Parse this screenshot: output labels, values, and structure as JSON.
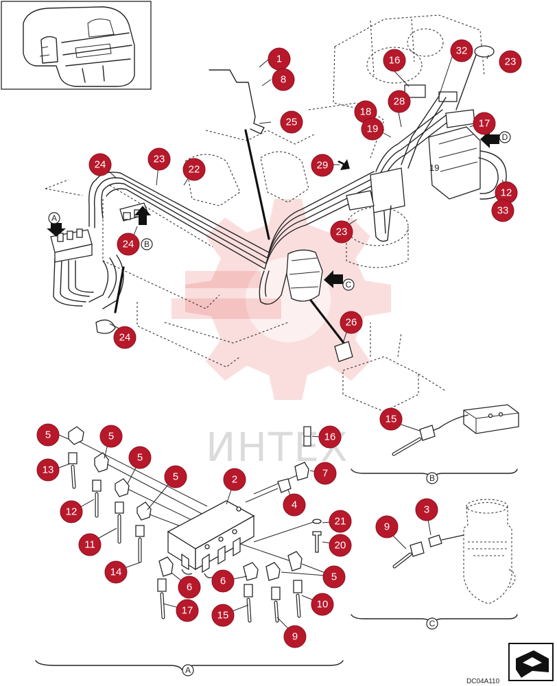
{
  "diagram": {
    "drawing_code": "DC04A110",
    "watermark": "ИНТЕХ",
    "plain_label": "19",
    "callouts": [
      {
        "id": "c1",
        "label": "1"
      },
      {
        "id": "c8",
        "label": "8"
      },
      {
        "id": "c25",
        "label": "25"
      },
      {
        "id": "c16a",
        "label": "16"
      },
      {
        "id": "c32",
        "label": "32"
      },
      {
        "id": "c23a",
        "label": "23"
      },
      {
        "id": "c18",
        "label": "18"
      },
      {
        "id": "c28",
        "label": "28"
      },
      {
        "id": "c19",
        "label": "19"
      },
      {
        "id": "c17a",
        "label": "17"
      },
      {
        "id": "c29",
        "label": "29"
      },
      {
        "id": "c12a",
        "label": "12"
      },
      {
        "id": "c33",
        "label": "33"
      },
      {
        "id": "c23b",
        "label": "23"
      },
      {
        "id": "c24a",
        "label": "24"
      },
      {
        "id": "c23c",
        "label": "23"
      },
      {
        "id": "c22",
        "label": "22"
      },
      {
        "id": "c24b",
        "label": "24"
      },
      {
        "id": "c24c",
        "label": "24"
      },
      {
        "id": "c26",
        "label": "26"
      },
      {
        "id": "c5a",
        "label": "5"
      },
      {
        "id": "c5b",
        "label": "5"
      },
      {
        "id": "c5c",
        "label": "5"
      },
      {
        "id": "c5d",
        "label": "5"
      },
      {
        "id": "c13",
        "label": "13"
      },
      {
        "id": "c12b",
        "label": "12"
      },
      {
        "id": "c11",
        "label": "11"
      },
      {
        "id": "c14",
        "label": "14"
      },
      {
        "id": "c2",
        "label": "2"
      },
      {
        "id": "c16b",
        "label": "16"
      },
      {
        "id": "c7",
        "label": "7"
      },
      {
        "id": "c4",
        "label": "4"
      },
      {
        "id": "c21",
        "label": "21"
      },
      {
        "id": "c20",
        "label": "20"
      },
      {
        "id": "c5e",
        "label": "5"
      },
      {
        "id": "c6a",
        "label": "6"
      },
      {
        "id": "c6b",
        "label": "6"
      },
      {
        "id": "c17b",
        "label": "17"
      },
      {
        "id": "c15a",
        "label": "15"
      },
      {
        "id": "c9a",
        "label": "9"
      },
      {
        "id": "c10",
        "label": "10"
      },
      {
        "id": "c15b",
        "label": "15"
      },
      {
        "id": "c9b",
        "label": "9"
      },
      {
        "id": "c3",
        "label": "3"
      }
    ],
    "view_letters": [
      {
        "id": "vA1",
        "label": "A"
      },
      {
        "id": "vB1",
        "label": "B"
      },
      {
        "id": "vC1",
        "label": "C"
      },
      {
        "id": "vD1",
        "label": "D"
      },
      {
        "id": "vB2",
        "label": "B"
      },
      {
        "id": "vC2",
        "label": "C"
      },
      {
        "id": "vA2",
        "label": "A"
      }
    ]
  }
}
